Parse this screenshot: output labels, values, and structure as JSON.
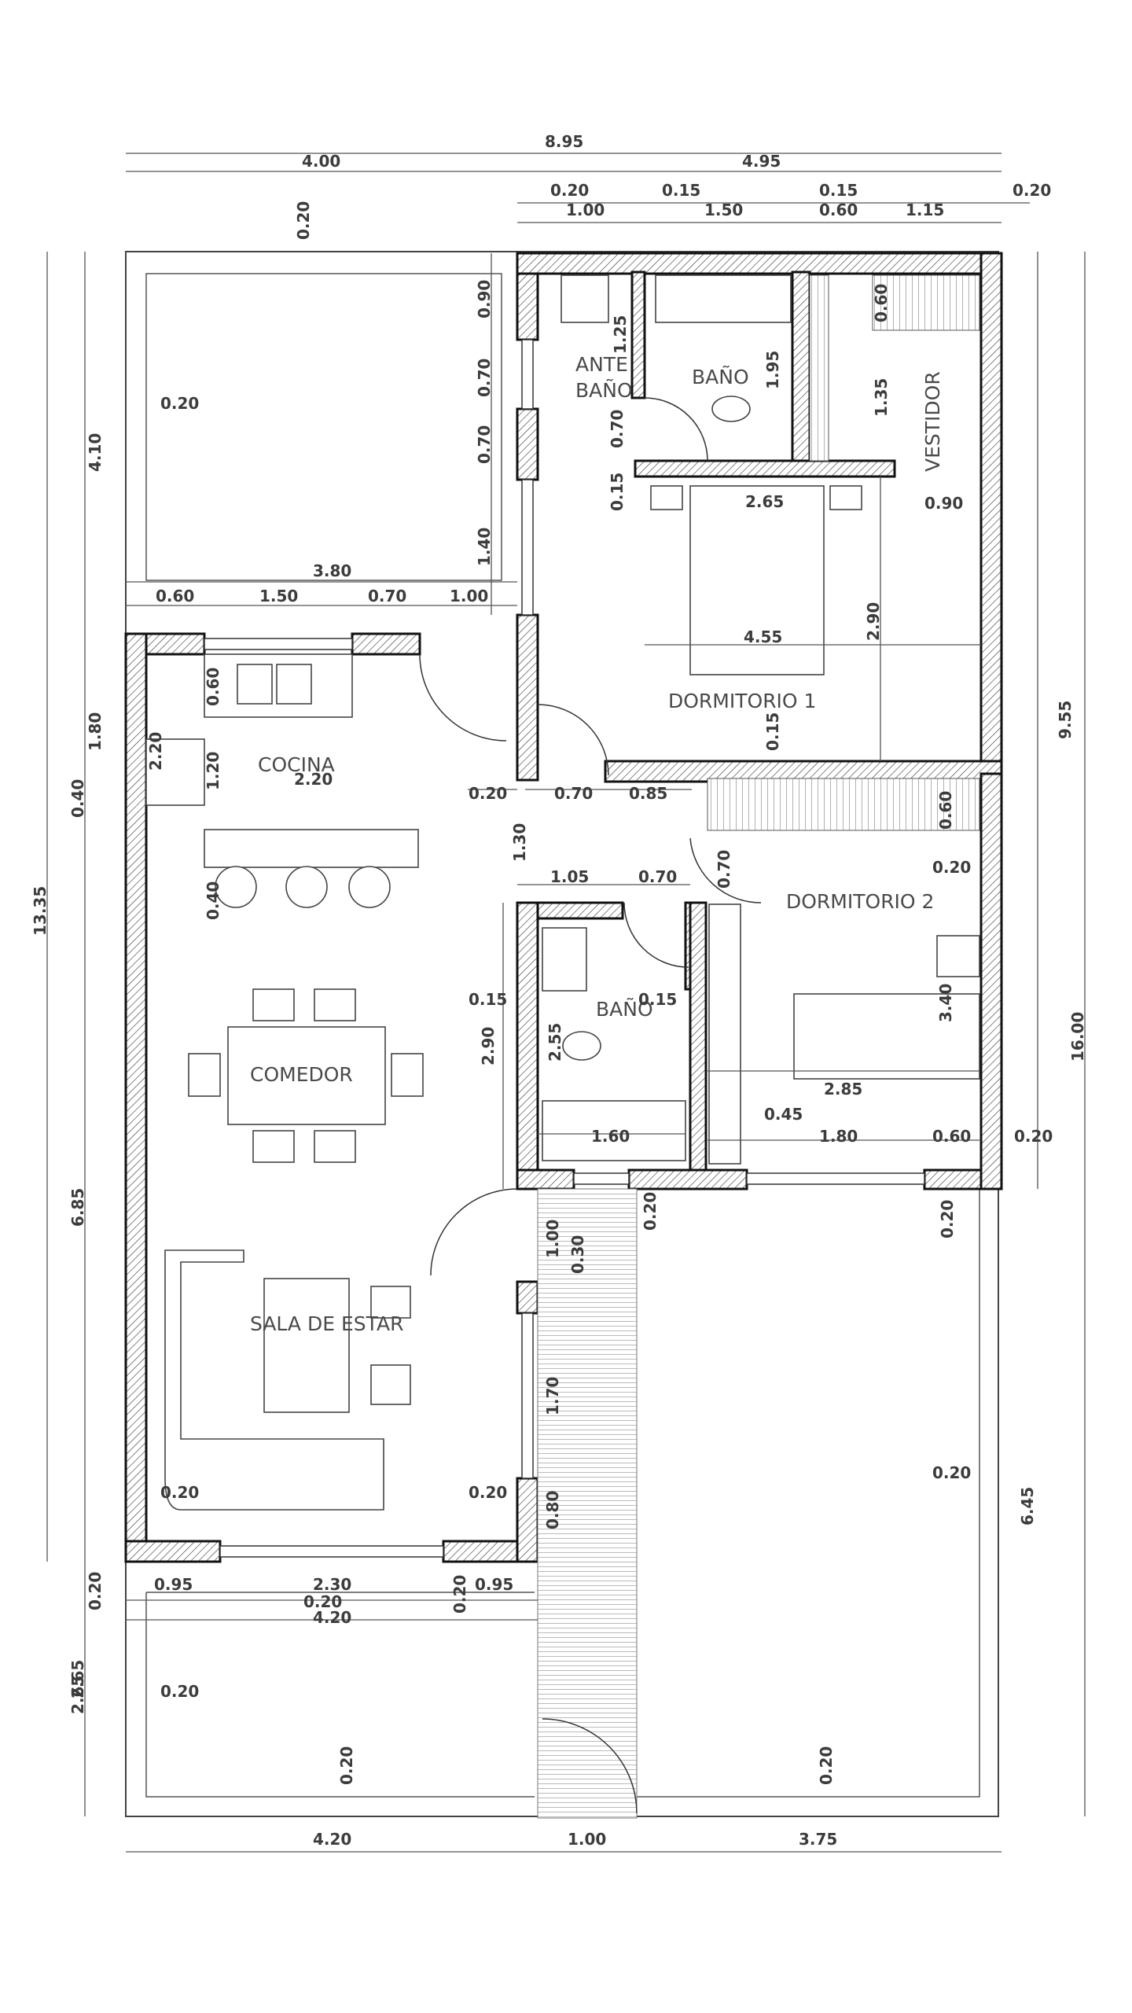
{
  "rooms": {
    "ante_bano": [
      "ANTE",
      "BAÑO"
    ],
    "bano_1": "BAÑO",
    "vestidor": "VESTIDOR",
    "dormitorio_1": "DORMITORIO 1",
    "cocina": "COCINA",
    "dormitorio_2": "DORMITORIO 2",
    "bano_2": "BAÑO",
    "comedor": "COMEDOR",
    "sala_de_estar": "SALA DE ESTAR"
  },
  "dimensions": {
    "top_total": "8.95",
    "top_left": "4.00",
    "top_right": "4.95",
    "top_row3": [
      "0.20",
      "0.15",
      "0.15",
      "0.20"
    ],
    "top_row4": [
      "1.00",
      "1.50",
      "0.60",
      "1.15"
    ],
    "left_vertical": [
      "0.20",
      "4.10",
      "1.80",
      "0.40",
      "6.85",
      "0.20",
      "2.65"
    ],
    "left_total": "13.35",
    "right_vertical": [
      "9.55",
      "6.45"
    ],
    "right_total": "16.00",
    "patio_top": [
      "0.20",
      "3.80",
      "0.90",
      "0.70",
      "0.70",
      "1.40"
    ],
    "kitchen_top": [
      "0.60",
      "1.50",
      "0.70",
      "1.00"
    ],
    "interior_misc": [
      "1.25",
      "1.95",
      "0.70",
      "0.15",
      "2.65",
      "0.60",
      "1.35",
      "0.90",
      "2.90",
      "4.55",
      "0.15"
    ],
    "kitchen_inner": [
      "0.60",
      "1.20",
      "2.20",
      "2.20",
      "0.40"
    ],
    "mid_row": [
      "0.20",
      "0.70",
      "0.85",
      "1.30",
      "0.60",
      "0.20"
    ],
    "bath2": [
      "1.05",
      "0.70",
      "0.70",
      "0.15",
      "0.15",
      "2.90",
      "2.55",
      "1.60"
    ],
    "dorm2": [
      "3.40",
      "2.85",
      "0.45",
      "1.80",
      "0.60",
      "0.20",
      "0.20"
    ],
    "corridor": [
      "0.20",
      "1.00",
      "0.30",
      "1.70",
      "0.80",
      "0.20",
      "0.20"
    ],
    "bottom_row": [
      "0.95",
      "2.30",
      "0.20",
      "0.95"
    ],
    "bottom_total_left": "4.20",
    "front_yard": [
      "2.65",
      "0.20",
      "0.20",
      "0.20",
      "0.20",
      "0.20"
    ],
    "bottom_last": [
      "4.20",
      "1.00",
      "3.75"
    ]
  }
}
